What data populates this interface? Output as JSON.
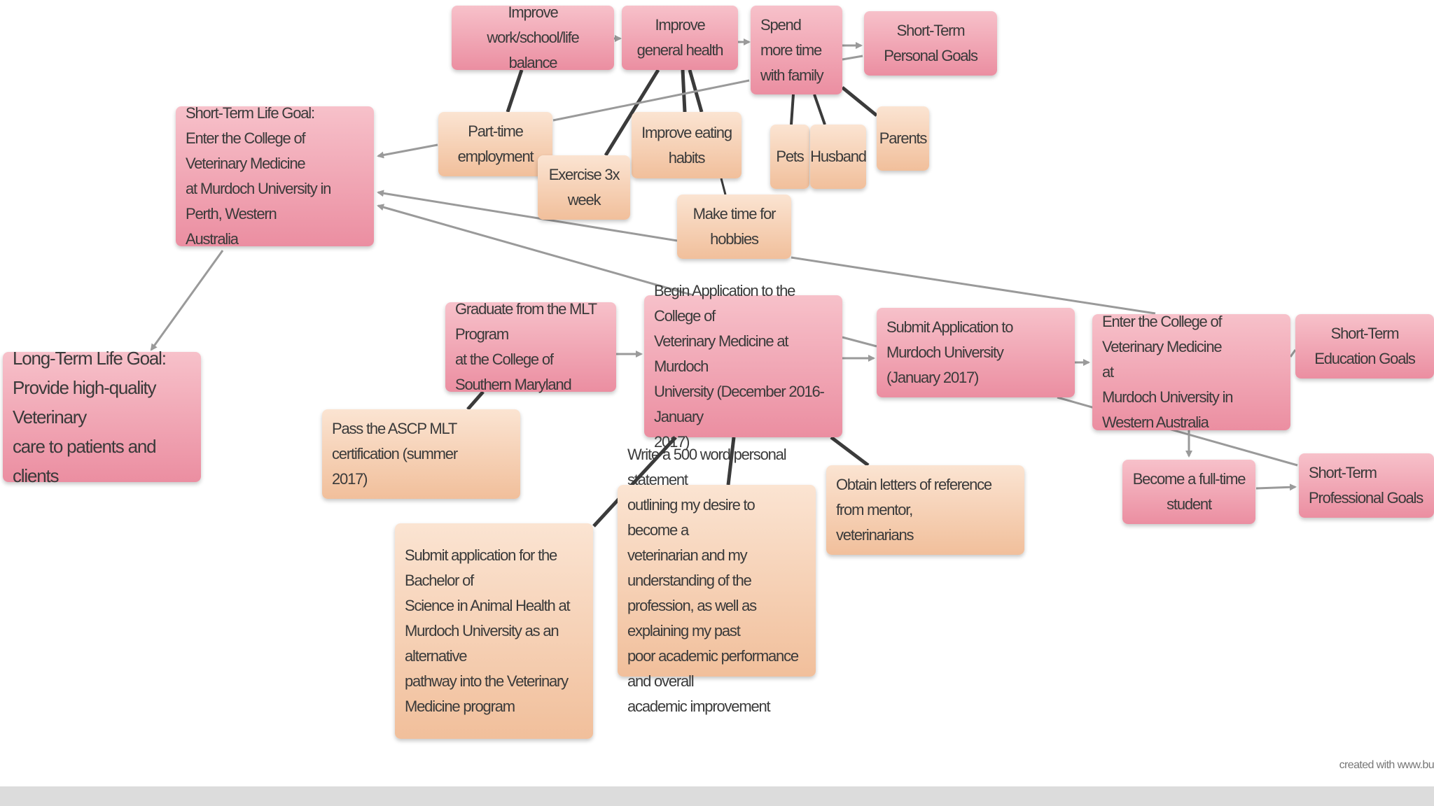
{
  "diagram": {
    "nodes": {
      "improve_balance": "Improve work/school/life balance",
      "improve_health": "Improve general health",
      "spend_family": "Spend more time\nwith family",
      "st_personal_goals": "Short-Term Personal Goals",
      "short_term_life_goal": "Short-Term Life Goal:\nEnter the College of Veterinary Medicine\nat Murdoch University in Perth, Western\nAustralia",
      "part_time": "Part-time employment",
      "improve_eating": "Improve eating habits",
      "pets": "Pets",
      "husband": "Husband",
      "parents": "Parents",
      "exercise": "Exercise 3x week",
      "hobbies": "Make time for hobbies",
      "long_term_life_goal": "Long-Term Life Goal:\nProvide high-quality Veterinary\ncare to patients and clients",
      "graduate_mlt": "Graduate from the MLT Program\nat the College of Southern Maryland",
      "begin_application": "Begin Application to the College of\nVeterinary Medicine at Murdoch\nUniversity (December 2016-January\n2017)",
      "submit_murdoch": "Submit Application to Murdoch University\n(January 2017)",
      "enter_cvm": "Enter the College of Veterinary Medicine\nat\nMurdoch University in Western Australia",
      "st_education_goals": "Short-Term Education Goals",
      "pass_ascp": "Pass the ASCP MLT certification (summer\n2017)",
      "full_time": "Become a full-time student",
      "st_professional_goals": "Short-Term Professional Goals",
      "obtain_letters": "Obtain letters of reference from mentor,\nveterinarians",
      "personal_statement": "Write a 500 word personal statement\noutlining my desire to become a\nveterinarian and my understanding of the\nprofession, as well as explaining my past\npoor academic performance and overall\nacademic improvement",
      "bachelor_app": "Submit application for the Bachelor of\nScience in Animal Health at\nMurdoch University as an alternative\npathway into the Veterinary\nMedicine program"
    }
  },
  "footer": {
    "credit": "created with www.bu"
  },
  "colors": {
    "pink_node": "#eb8ea1",
    "peach_node": "#f1bf9b",
    "thick_connector": "#3b3b3b",
    "thin_connector": "#9a9a9a"
  }
}
